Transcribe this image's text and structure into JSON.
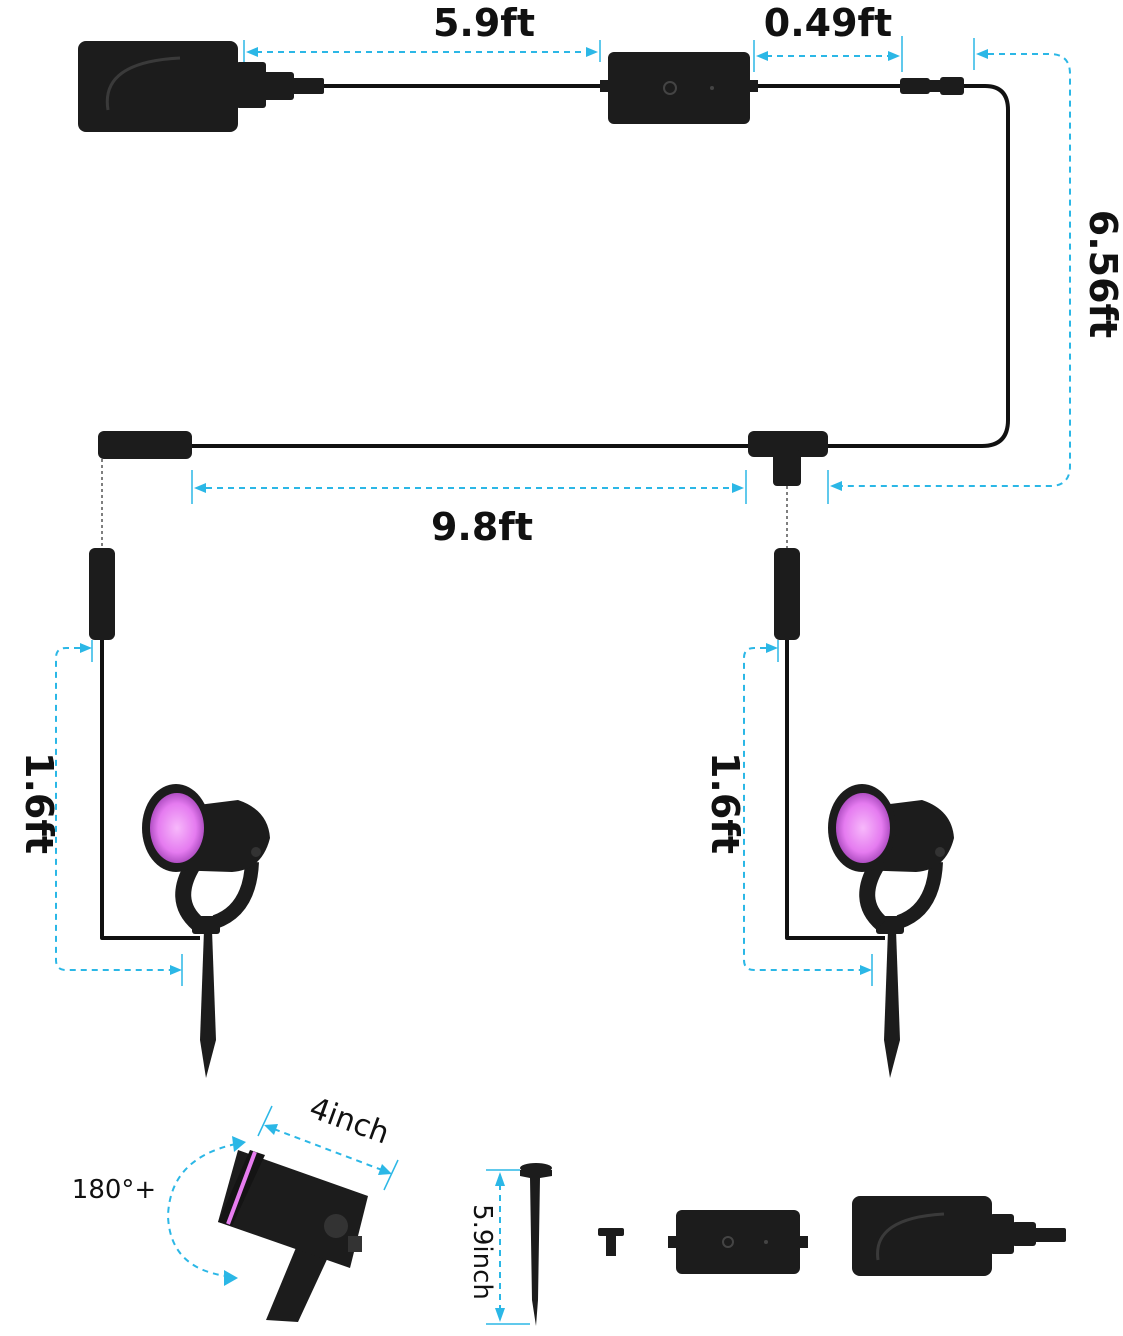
{
  "colors": {
    "accent": "#2bb7e6",
    "device": "#1c1c1c",
    "lens": "#e77df0",
    "cable": "#111111"
  },
  "dimensions": {
    "adapter_to_controller": "5.9ft",
    "controller_to_connector": "0.49ft",
    "connector_to_tee": "6.56ft",
    "tee_to_end": "9.8ft",
    "left_light_lead": "1.6ft",
    "right_light_lead": "1.6ft",
    "head_length": "4inch",
    "rotation": "180°+",
    "stake_length": "5.9inch"
  }
}
